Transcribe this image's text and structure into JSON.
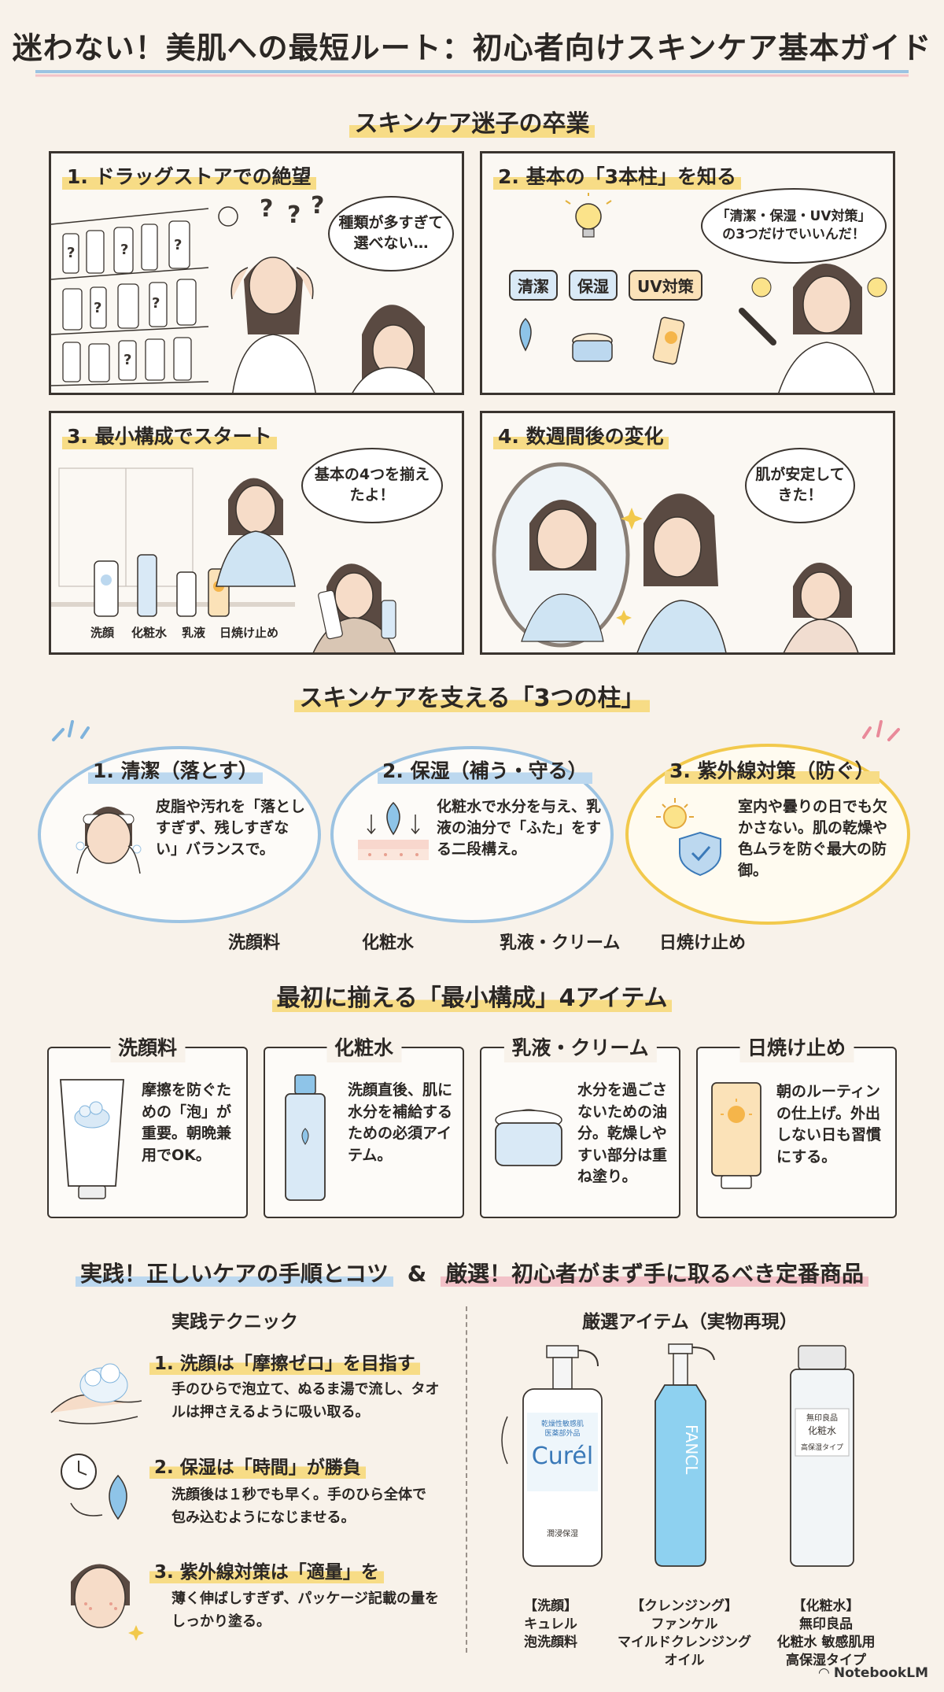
{
  "header": {
    "title": "迷わない！美肌への最短ルート：初心者向けスキンケア基本ガイド"
  },
  "story": {
    "section_title": "スキンケア迷子の卒業",
    "panels": [
      {
        "title": "1. ドラッグストアでの絶望",
        "bubble": "種類が多すぎて選べない…"
      },
      {
        "title": "2. 基本の「3本柱」を知る",
        "bubble": "「清潔・保湿・UV対策」の3つだけでいいんだ！",
        "tags": [
          "清潔",
          "保湿",
          "UV対策"
        ]
      },
      {
        "title": "3. 最小構成でスタート",
        "bubble": "基本の4つを揃えたよ！",
        "labels": [
          "洗顔",
          "化粧水",
          "乳液",
          "日焼け止め"
        ]
      },
      {
        "title": "4. 数週間後の変化",
        "bubble": "肌が安定してきた！"
      }
    ]
  },
  "pillars": {
    "section_title": "スキンケアを支える「3つの柱」",
    "items": [
      {
        "title": "1. 清潔（落とす）",
        "text": "皮脂や汚れを「落としすぎず、残しすぎない」バランスで。",
        "caption": "洗顔料",
        "color": "#9cc3e2"
      },
      {
        "title": "2. 保湿（補う・守る）",
        "text": "化粧水で水分を与え、乳液の油分で「ふた」をする二段構え。",
        "caption": "化粧水",
        "caption2": "乳液・クリーム",
        "color": "#9cc3e2"
      },
      {
        "title": "3. 紫外線対策（防ぐ）",
        "text": "室内や曇りの日でも欠かさない。肌の乾燥や色ムラを防ぐ最大の防御。",
        "caption": "日焼け止め",
        "color": "#f2c94c"
      }
    ]
  },
  "items": {
    "section_title": "最初に揃える「最小構成」4アイテム",
    "cards": [
      {
        "name": "洗顔料",
        "text": "摩擦を防ぐための「泡」が重要。朝晩兼用でOK。"
      },
      {
        "name": "化粧水",
        "text": "洗顔直後、肌に水分を補給するための必須アイテム。"
      },
      {
        "name": "乳液・クリーム",
        "text": "水分を過ごさないための油分。乾燥しやすい部分は重ね塗り。"
      },
      {
        "name": "日焼け止め",
        "text": "朝のルーティンの仕上げ。外出しない日も習慣にする。"
      }
    ]
  },
  "practice": {
    "title_left": "実践！正しいケアの手順とコツ",
    "amp": "&",
    "title_right": "厳選！初心者がまず手に取るべき定番商品",
    "technique_head": "実践テクニック",
    "steps": [
      {
        "title": "1. 洗顔は「摩擦ゼロ」を目指す",
        "desc": "手のひらで泡立て、ぬるま湯で流し、タオルは押さえるように吸い取る。"
      },
      {
        "title": "2. 保湿は「時間」が勝負",
        "desc": "洗顔後は１秒でも早く。手のひら全体で包み込むようになじませる。"
      },
      {
        "title": "3. 紫外線対策は「適量」を",
        "desc": "薄く伸ばしすぎず、パッケージ記載の量をしっかり塗る。"
      }
    ],
    "products_head": "厳選アイテム（実物再現）",
    "products": [
      {
        "caption": [
          "【洗顔】",
          "キュレル",
          "泡洗顔料"
        ],
        "brand": "Curél",
        "label_top": "乾燥性敏感肌",
        "label_mid": "医薬部外品",
        "label_bot": "潤浸保湿"
      },
      {
        "caption": [
          "【クレンジング】",
          "ファンケル",
          "マイルドクレンジング",
          "オイル"
        ],
        "brand": "FANCL"
      },
      {
        "caption": [
          "【化粧水】",
          "無印良品",
          "化粧水 敏感肌用",
          "高保湿タイプ"
        ],
        "brand": "無印良品",
        "label_mid": "化粧水",
        "label_bot": "高保湿タイプ"
      }
    ]
  },
  "footer": {
    "brand": "NotebookLM"
  }
}
